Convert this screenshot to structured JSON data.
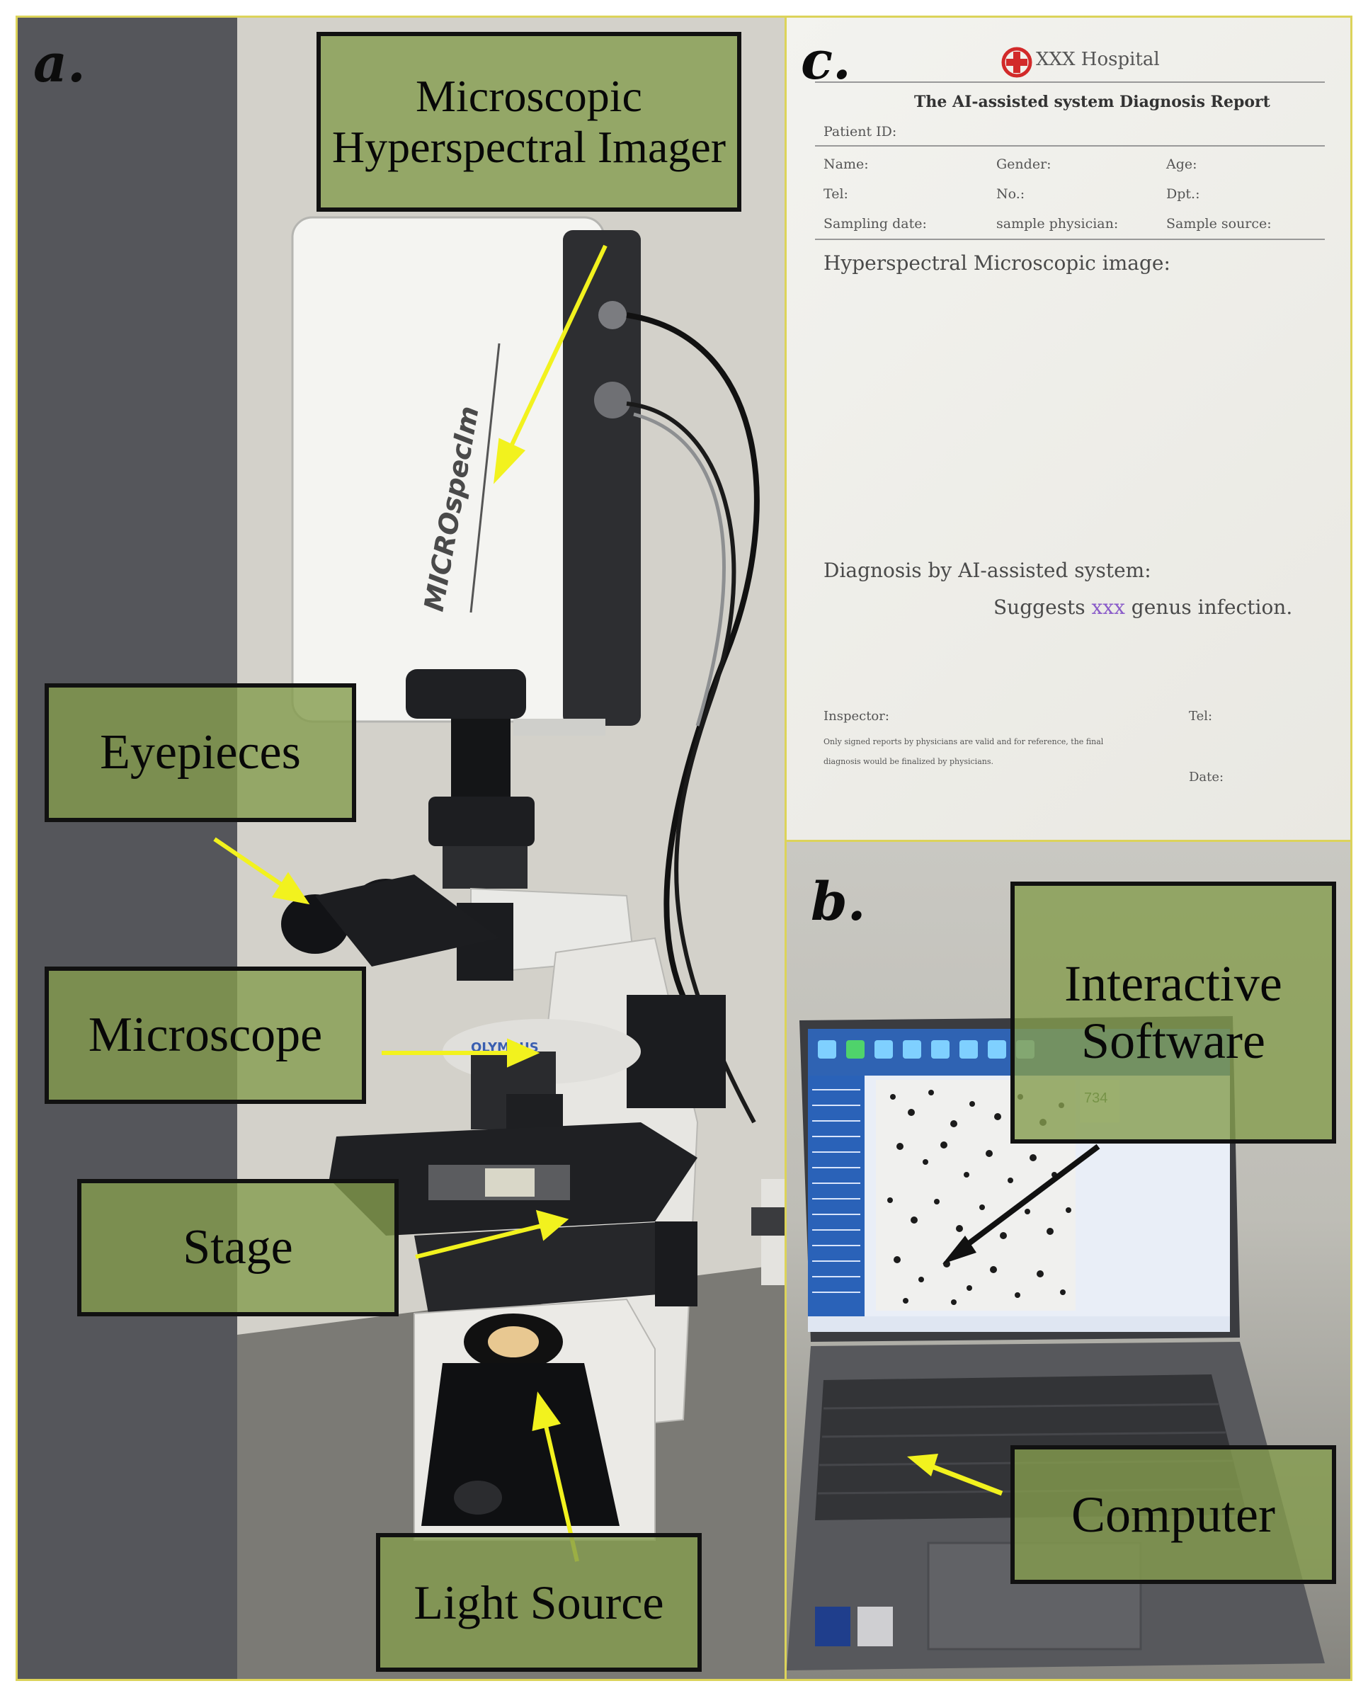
{
  "panels": {
    "a": {
      "letter": "a.",
      "device_text": "MICROspecIm",
      "brand_badge": "OLYMPUS",
      "callouts": {
        "imager": "Microscopic\nHyperspectral Imager",
        "eyepieces": "Eyepieces",
        "microscope": "Microscope",
        "stage": "Stage",
        "light_source": "Light Source"
      }
    },
    "b": {
      "letter": "b.",
      "screen_readout": "734",
      "callouts": {
        "software": "Interactive\nSoftware",
        "computer": "Computer"
      }
    },
    "c": {
      "letter": "c.",
      "report": {
        "hospital": "XXX Hospital",
        "title": "The AI-assisted system Diagnosis Report",
        "patient_id": "Patient ID:",
        "fields_row1": [
          "Name:",
          "Gender:",
          "Age:"
        ],
        "fields_row2": [
          "Tel:",
          "No.:",
          "Dpt.:"
        ],
        "fields_row3": [
          "Sampling date:",
          "sample physician:",
          "Sample source:"
        ],
        "image_heading": "Hyperspectral Microscopic image:",
        "diagnosis_heading": "Diagnosis by AI-assisted system:",
        "diagnosis_prefix": "Suggests ",
        "diagnosis_genus": "xxx",
        "diagnosis_suffix": " genus infection.",
        "inspector": "Inspector:",
        "tel": "Tel:",
        "disclaimer_1": "Only signed reports by physicians are valid and for reference, the final",
        "disclaimer_2": "diagnosis would be finalized by physicians.",
        "date": "Date:"
      }
    }
  },
  "colors": {
    "callout_fill": "#849c4e",
    "panel_border": "#dcd35a",
    "arrow_yellow": "#f2f21e",
    "logo_red": "#d22a2a",
    "genus_purple": "#8a5cc9"
  }
}
